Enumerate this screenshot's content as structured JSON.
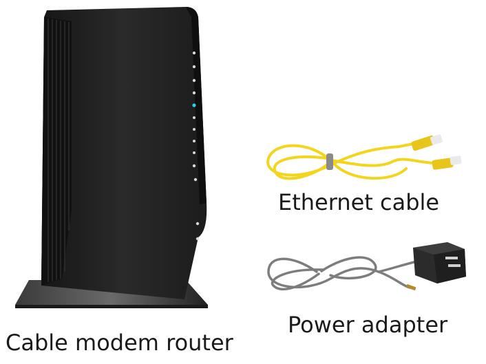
{
  "items": [
    {
      "label": "Cable modem router",
      "icon": "cable-modem-router-icon"
    },
    {
      "label": "Ethernet cable",
      "icon": "ethernet-cable-icon",
      "color": "#f0d21a"
    },
    {
      "label": "Power adapter",
      "icon": "power-adapter-icon",
      "color": "#7a7a7a"
    }
  ]
}
